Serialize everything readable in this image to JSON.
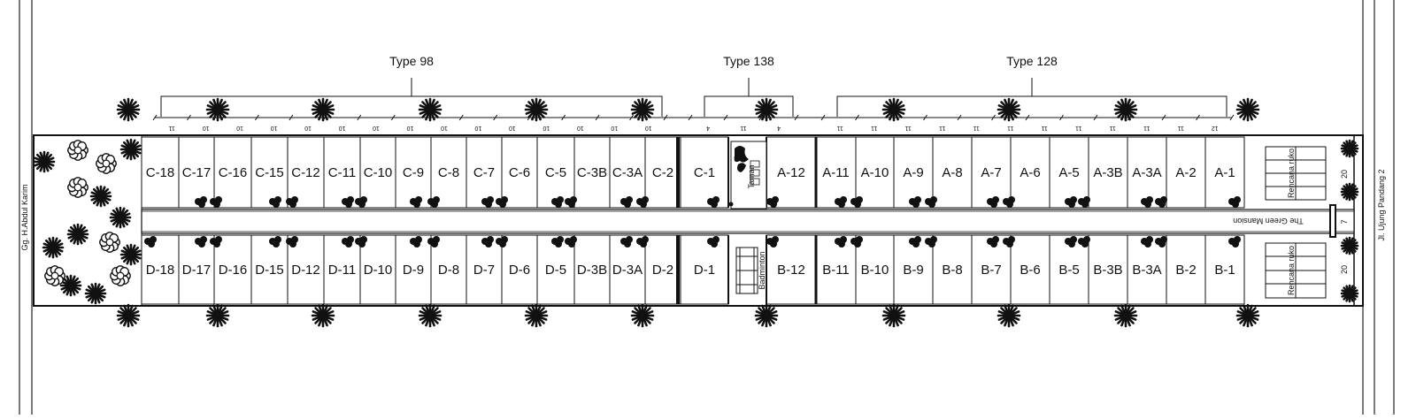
{
  "type_labels": [
    "Type 98",
    "Type 138",
    "Type 128"
  ],
  "dimensions": {
    "type98": [
      "11",
      "10",
      "10",
      "10",
      "10",
      "10",
      "10",
      "10",
      "10",
      "10",
      "10",
      "10",
      "10",
      "10",
      "10"
    ],
    "type138": [
      "4",
      "11",
      "4"
    ],
    "type128": [
      "11",
      "11",
      "11",
      "11",
      "11",
      "11",
      "11",
      "11",
      "11",
      "11",
      "11",
      "12"
    ]
  },
  "rows": {
    "c": [
      "C-18",
      "C-17",
      "C-16",
      "C-15",
      "C-12",
      "C-11",
      "C-10",
      "C-9",
      "C-8",
      "C-7",
      "C-6",
      "C-5",
      "C-3B",
      "C-3A",
      "C-2",
      "C-1"
    ],
    "d": [
      "D-18",
      "D-17",
      "D-16",
      "D-15",
      "D-12",
      "D-11",
      "D-10",
      "D-9",
      "D-8",
      "D-7",
      "D-6",
      "D-5",
      "D-3B",
      "D-3A",
      "D-2",
      "D-1"
    ],
    "a": [
      "A-12",
      "A-11",
      "A-10",
      "A-9",
      "A-8",
      "A-7",
      "A-6",
      "A-5",
      "A-3B",
      "A-3A",
      "A-2",
      "A-1"
    ],
    "b": [
      "B-12",
      "B-11",
      "B-10",
      "B-9",
      "B-8",
      "B-7",
      "B-6",
      "B-5",
      "B-3B",
      "B-3A",
      "B-2",
      "B-1"
    ]
  },
  "facilities": {
    "taman": "Taman",
    "badminton": "Badminton",
    "rencana_top": "Rencana ruko",
    "rencana_bottom": "Rencana ruko"
  },
  "road_labels": {
    "left": "Gg. H.Abdul Karim",
    "right": "Jl. Ujung Pandang 2",
    "center": "The Green Mansion"
  },
  "side_dims": [
    "20",
    "7",
    "20"
  ]
}
